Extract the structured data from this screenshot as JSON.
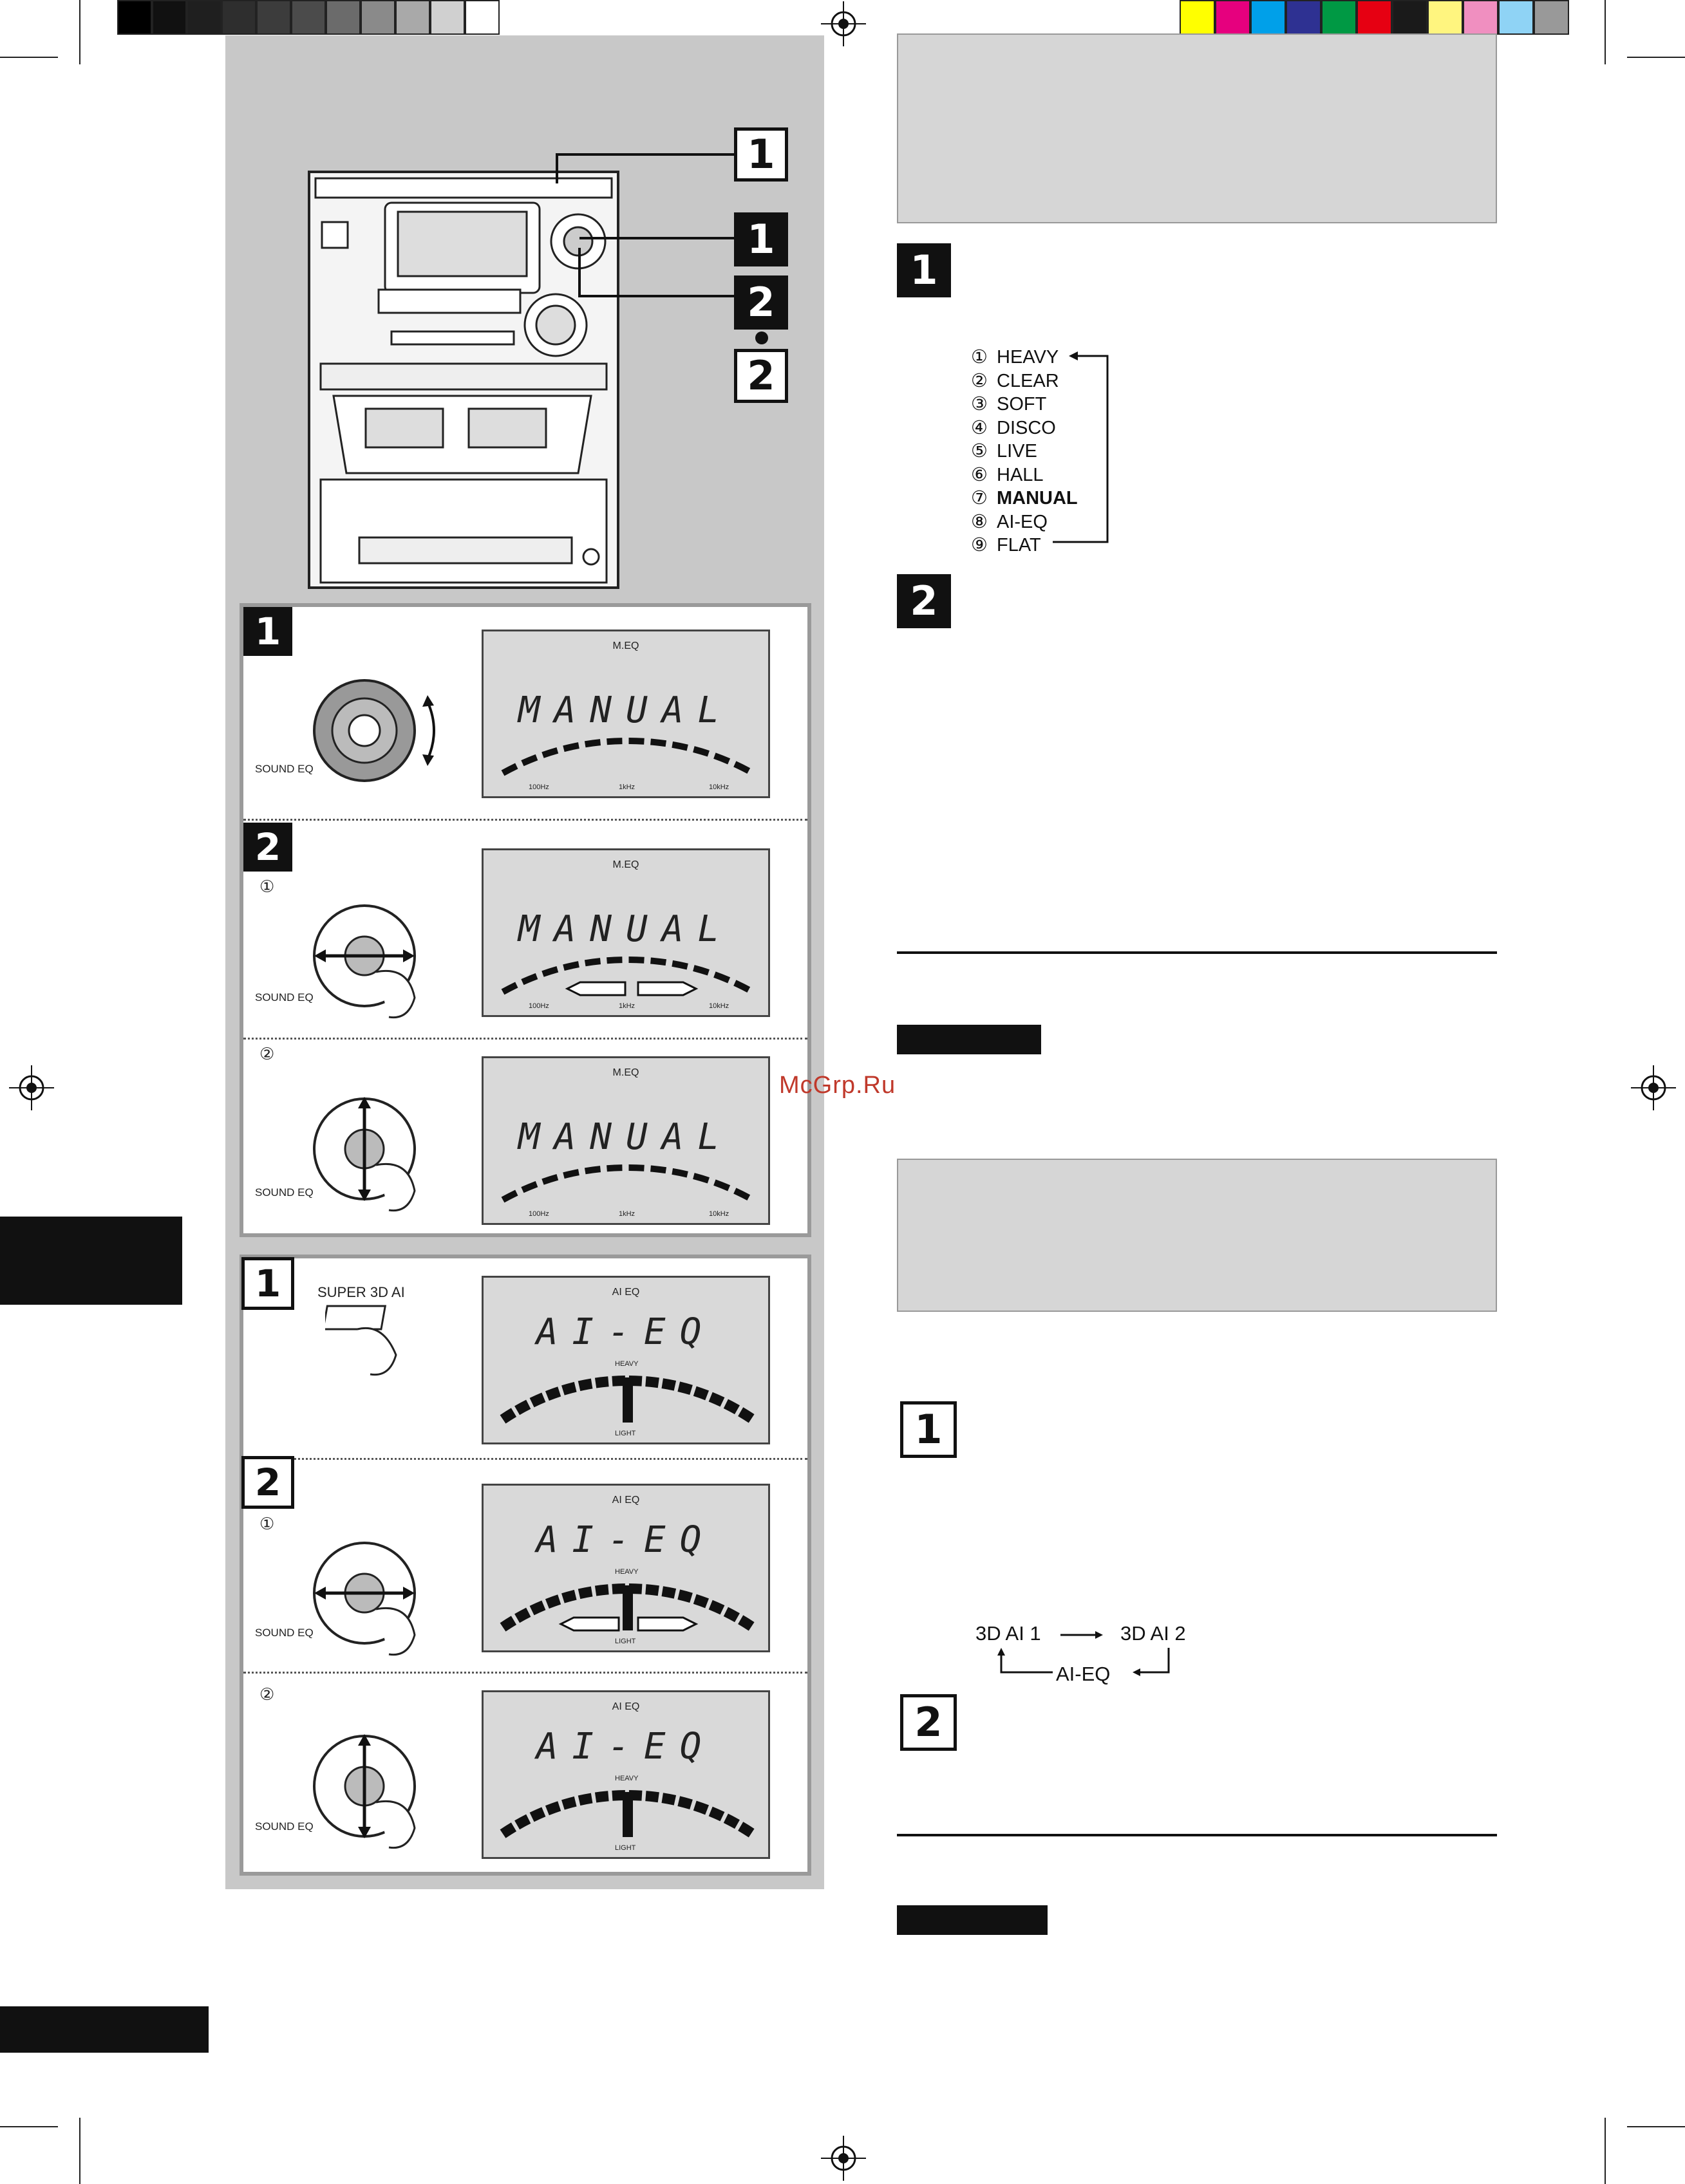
{
  "grayscale_bar": [
    "#000000",
    "#111111",
    "#1f1f1f",
    "#2e2e2e",
    "#3c3c3c",
    "#4b4b4b",
    "#6b6b6b",
    "#8a8a8a",
    "#a9a9a9",
    "#d0d0d0",
    "#ffffff"
  ],
  "color_bar": [
    "#ffff00",
    "#e6007e",
    "#00a0e9",
    "#2e3192",
    "#009944",
    "#e60012",
    "#1a1a1a",
    "#fff57f",
    "#f08fc0",
    "#8fd3f5",
    "#999999"
  ],
  "device_callouts": [
    "1",
    "1",
    "2",
    "2"
  ],
  "manual_panel": {
    "steps": [
      {
        "number": "1",
        "caption": "SOUND EQ",
        "lcd_tag": "M.EQ",
        "lcd_word": "MANUAL",
        "freq": [
          "100Hz",
          "1kHz",
          "10kHz"
        ]
      },
      {
        "number": "2",
        "sub_label": "①",
        "caption": "SOUND EQ",
        "lcd_tag": "M.EQ",
        "lcd_word": "MANUAL",
        "freq": [
          "100Hz",
          "1kHz",
          "10kHz"
        ]
      },
      {
        "sub_label": "②",
        "caption": "SOUND EQ",
        "lcd_tag": "M.EQ",
        "lcd_word": "MANUAL",
        "freq": [
          "100Hz",
          "1kHz",
          "10kHz"
        ]
      }
    ]
  },
  "ai_panel": {
    "steps": [
      {
        "number": "1",
        "button_label": "SUPER 3D AI",
        "lcd_tag": "AI EQ",
        "lcd_word": "AI-EQ",
        "top_label": "HEAVY",
        "bottom_label": "LIGHT"
      },
      {
        "number": "2",
        "sub_label": "①",
        "caption": "SOUND EQ",
        "lcd_tag": "AI EQ",
        "lcd_word": "AI-EQ",
        "top_label": "HEAVY",
        "bottom_label": "LIGHT"
      },
      {
        "sub_label": "②",
        "caption": "SOUND EQ",
        "lcd_tag": "AI EQ",
        "lcd_word": "AI-EQ",
        "top_label": "HEAVY",
        "bottom_label": "LIGHT"
      }
    ]
  },
  "right_column": {
    "step1_number": "1",
    "eq_list": [
      {
        "circle": "①",
        "label": "HEAVY"
      },
      {
        "circle": "②",
        "label": "CLEAR"
      },
      {
        "circle": "③",
        "label": "SOFT"
      },
      {
        "circle": "④",
        "label": "DISCO"
      },
      {
        "circle": "⑤",
        "label": "LIVE"
      },
      {
        "circle": "⑥",
        "label": "HALL"
      },
      {
        "circle": "⑦",
        "label": "MANUAL"
      },
      {
        "circle": "⑧",
        "label": "AI-EQ"
      },
      {
        "circle": "⑨",
        "label": "FLAT"
      }
    ],
    "step2_number": "2",
    "ai_step1_number": "1",
    "ai_sequence": {
      "first": "3D AI 1",
      "second": "3D AI 2",
      "third": "AI-EQ"
    },
    "ai_step2_number": "2"
  },
  "watermark": "McGrp.Ru"
}
